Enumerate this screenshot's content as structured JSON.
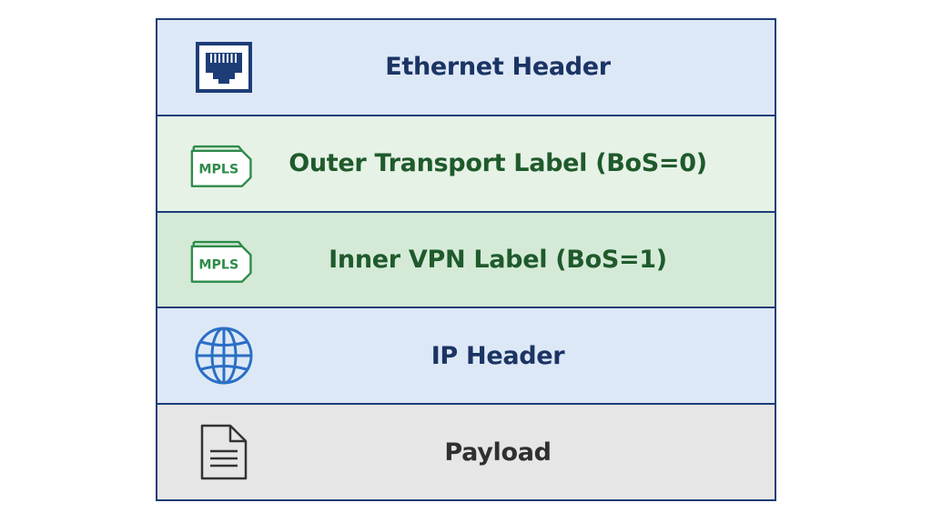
{
  "layers": [
    {
      "label": "Ethernet Header",
      "icon": "ethernet-port-icon",
      "fill": "#dde8f7",
      "text_color": "#1b3464"
    },
    {
      "label": "Outer Transport Label (BoS=0)",
      "icon": "mpls-label-icon",
      "icon_text": "MPLS",
      "fill": "#e6f2e6",
      "text_color": "#1f5a2c"
    },
    {
      "label": "Inner VPN Label (BoS=1)",
      "icon": "mpls-label-icon",
      "icon_text": "MPLS",
      "fill": "#d4ead7",
      "text_color": "#1f5a2c"
    },
    {
      "label": "IP Header",
      "icon": "globe-icon",
      "fill": "#dde8f7",
      "text_color": "#1b3464"
    },
    {
      "label": "Payload",
      "icon": "document-icon",
      "fill": "#e6e6e6",
      "text_color": "#2f2f2f"
    }
  ],
  "colors": {
    "border": "#1d3d78",
    "ethernet_icon": "#1d3d78",
    "mpls_icon": "#2e8b4a",
    "globe_icon": "#2a6fc4",
    "document_icon": "#333333"
  }
}
